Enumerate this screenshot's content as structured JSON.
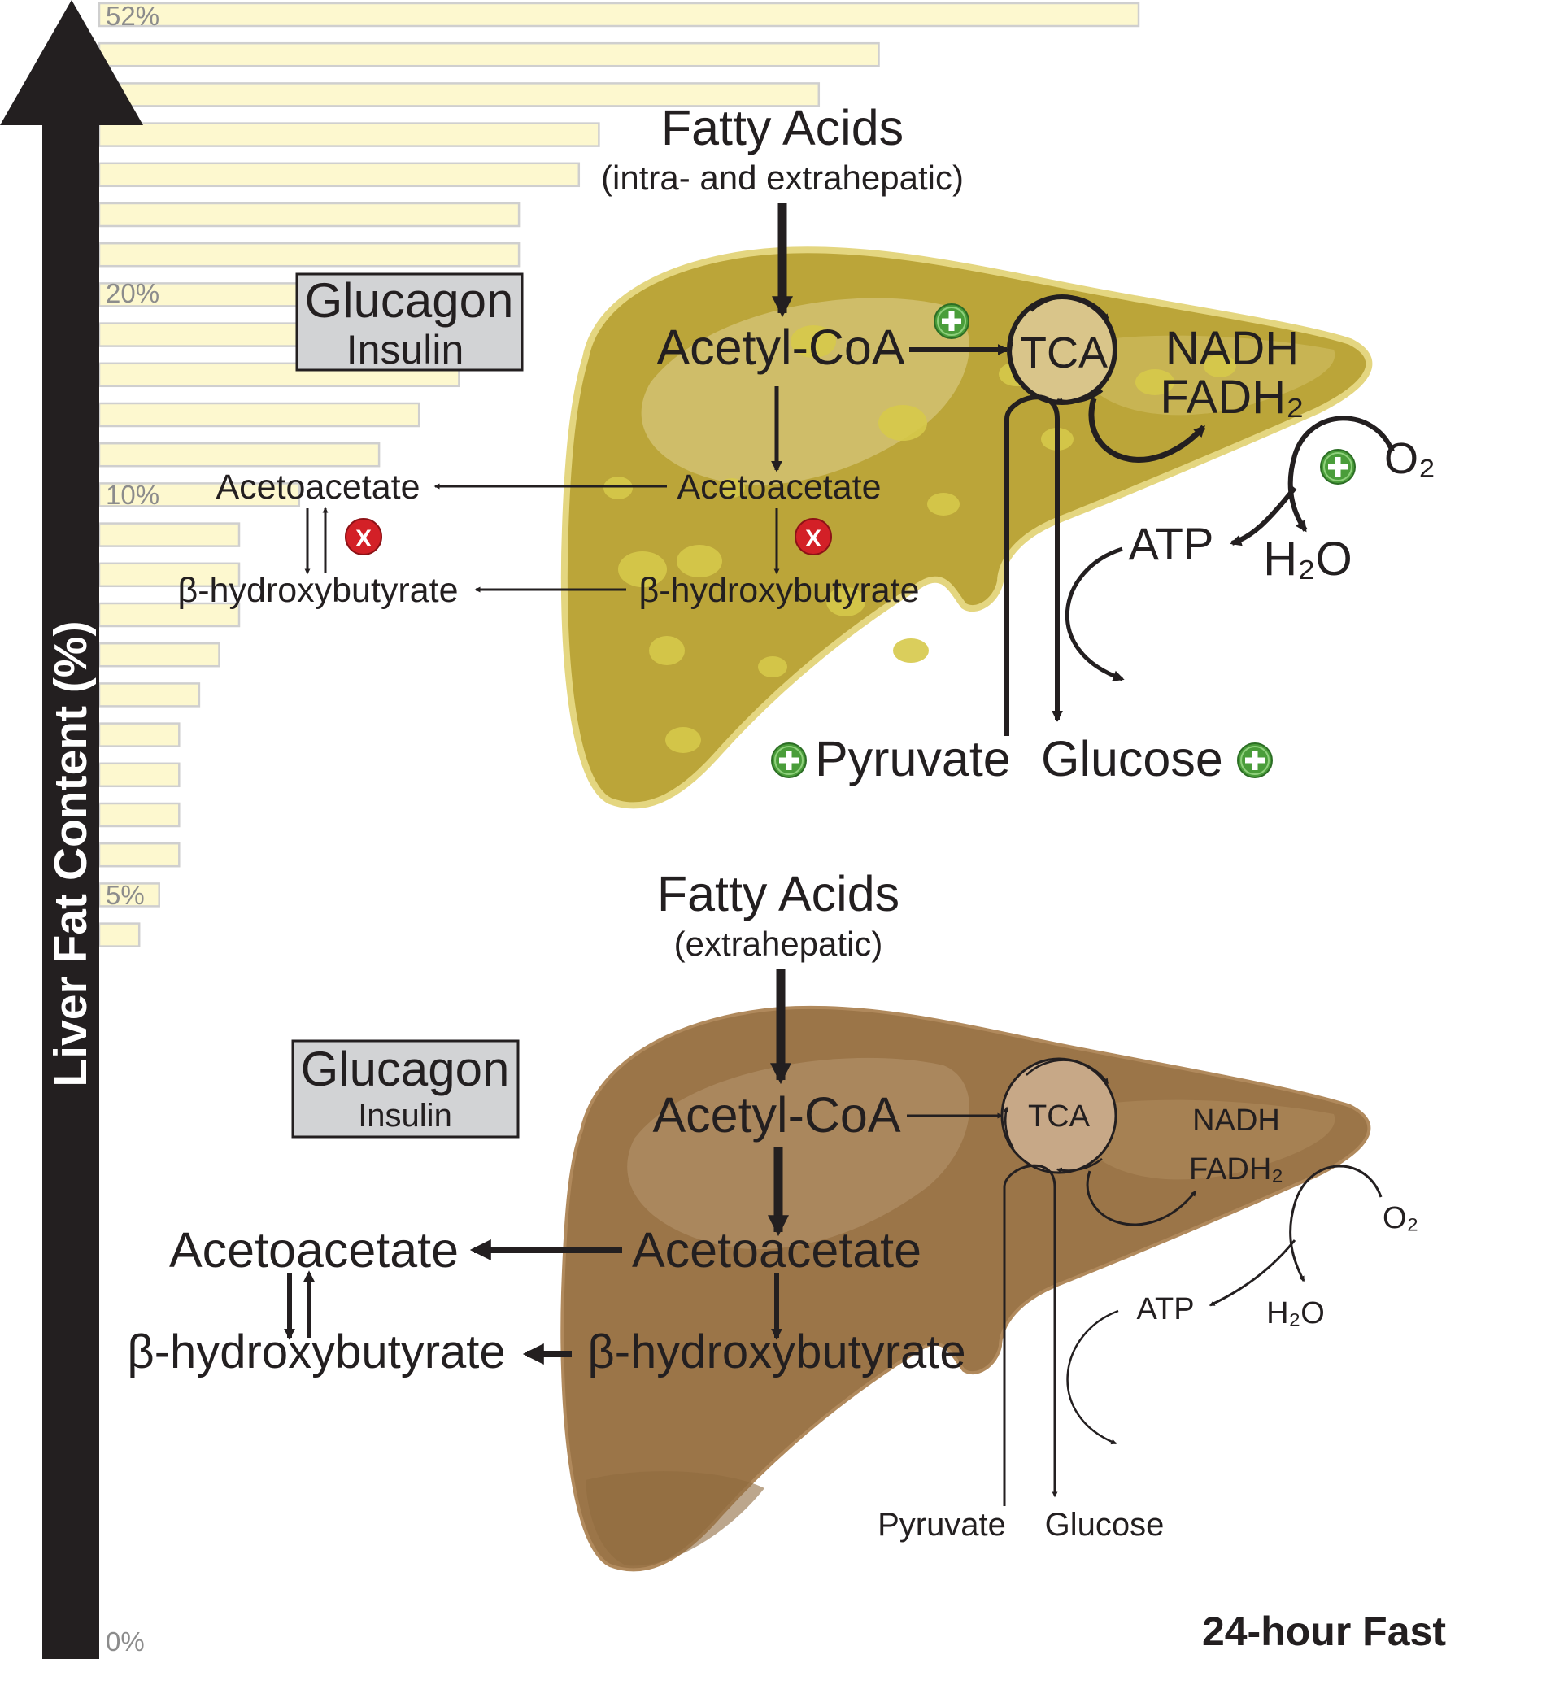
{
  "axis": {
    "label": "Liver Fat Content (%)",
    "ticks": [
      "52%",
      "20%",
      "10%",
      "5%",
      "0%"
    ]
  },
  "fat_bars": [
    52,
    39,
    36,
    25,
    24,
    21,
    21,
    20,
    20,
    18,
    16,
    14,
    10,
    7,
    7,
    7,
    6,
    5,
    4,
    4,
    4,
    4,
    3,
    2
  ],
  "top_panel": {
    "fatty_acids": "Fatty Acids",
    "fatty_acids_sub": "(intra- and extrahepatic)",
    "hormone_major": "Glucagon",
    "hormone_minor": "Insulin",
    "acetyl_coa": "Acetyl-CoA",
    "tca": "TCA",
    "nadh": "NADH",
    "fadh2": "FADH₂",
    "o2": "O₂",
    "h2o": "H₂O",
    "atp": "ATP",
    "acetoacetate_inner": "Acetoacetate",
    "acetoacetate_outer": "Acetoacetate",
    "bhb_inner": "β-hydroxybutyrate",
    "bhb_outer": "β-hydroxybutyrate",
    "pyruvate": "Pyruvate",
    "glucose": "Glucose",
    "block_mark": "X"
  },
  "bottom_panel": {
    "fatty_acids": "Fatty Acids",
    "fatty_acids_sub": "(extrahepatic)",
    "hormone_major": "Glucagon",
    "hormone_minor": "Insulin",
    "acetyl_coa": "Acetyl-CoA",
    "tca": "TCA",
    "nadh": "NADH",
    "fadh2": "FADH₂",
    "o2": "O₂",
    "h2o": "H₂O",
    "atp": "ATP",
    "acetoacetate_inner": "Acetoacetate",
    "acetoacetate_outer": "Acetoacetate",
    "bhb_inner": "β-hydroxybutyrate",
    "bhb_outer": "β-hydroxybutyrate",
    "pyruvate": "Pyruvate",
    "glucose": "Glucose"
  },
  "condition_label": "24-hour Fast",
  "colors": {
    "fatty_liver": "#bba539",
    "normal_liver": "#9b7548",
    "bar_fill": "#fdf8cf",
    "up_badge": "#4a9d3a",
    "block_badge": "#d32027",
    "arrow": "#231f20"
  }
}
